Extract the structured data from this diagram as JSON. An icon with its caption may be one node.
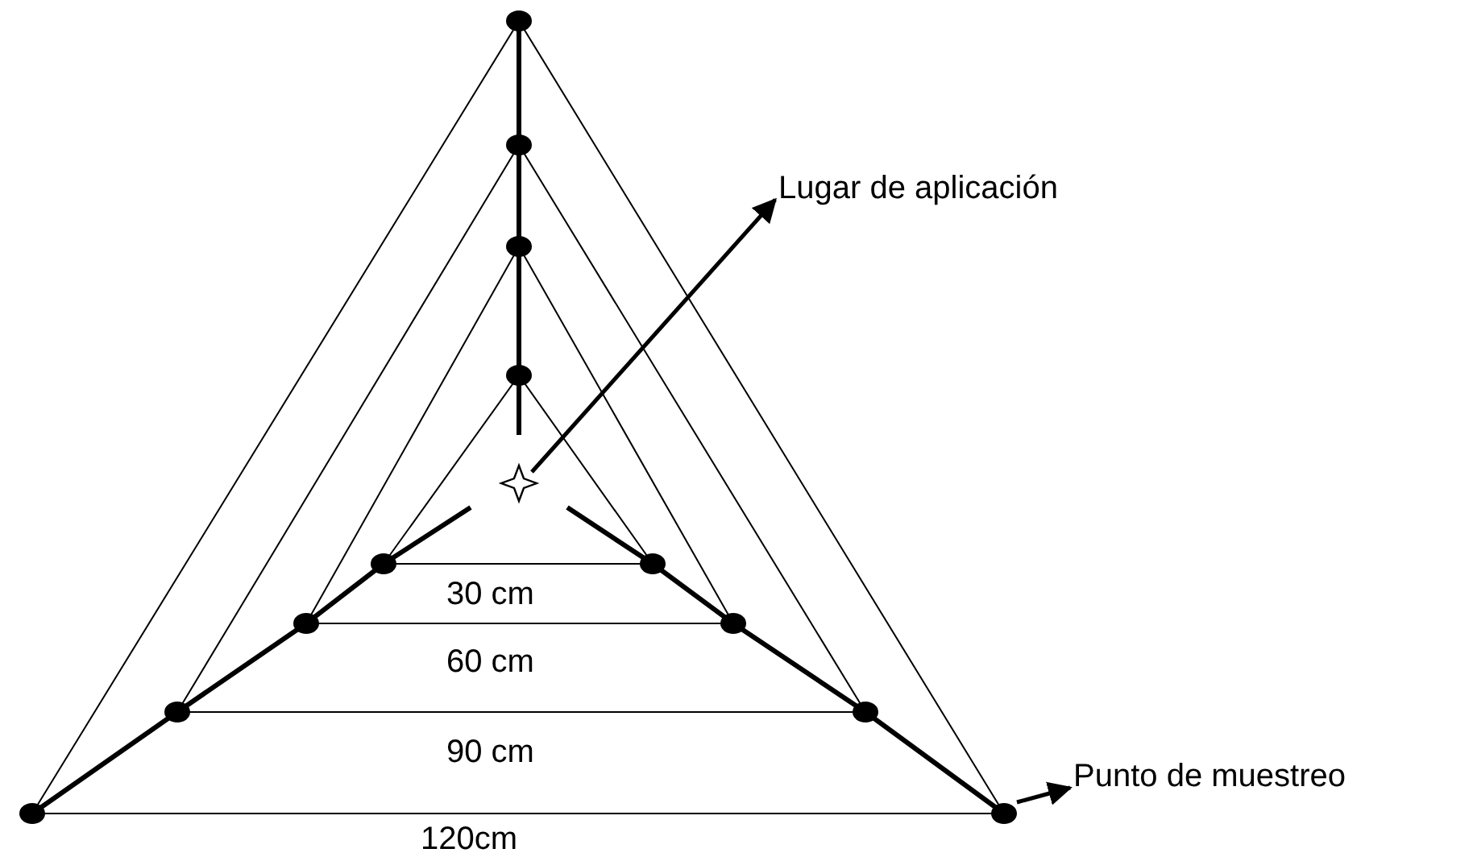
{
  "diagram": {
    "nodes": [
      {
        "text": [
          "Lugar de aplicación"
        ]
      },
      {
        "text": [],
        "shape": "star"
      },
      {
        "text": [],
        "shape": "circle"
      },
      {
        "text": [
          "Punto de muestreo"
        ]
      }
    ],
    "edges": [
      {
        "from": 1,
        "to": 0,
        "arrow": "to"
      },
      {
        "from": 2,
        "to": 3,
        "arrow": "to"
      }
    ],
    "labels": [
      "30 cm",
      "60 cm",
      "90 cm",
      "120cm"
    ]
  }
}
